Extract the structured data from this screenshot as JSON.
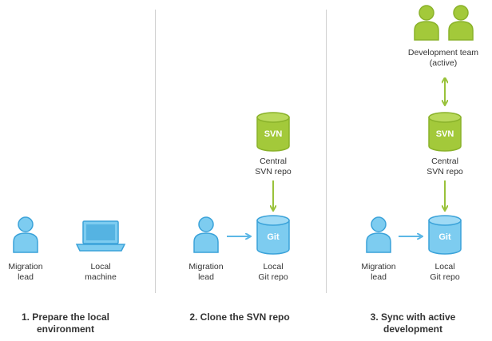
{
  "panels": [
    {
      "step_title": "1. Prepare the local\nenvironment",
      "person_label": "Migration\nlead",
      "machine_label": "Local\nmachine"
    },
    {
      "step_title": "2. Clone the SVN repo",
      "svn_label": "Central\nSVN repo",
      "svn_text": "SVN",
      "person_label": "Migration\nlead",
      "git_label": "Local\nGit repo",
      "git_text": "Git"
    },
    {
      "step_title": "3. Sync with active\ndevelopment",
      "team_label": "Development team\n(active)",
      "svn_label": "Central\nSVN repo",
      "svn_text": "SVN",
      "person_label": "Migration\nlead",
      "git_label": "Local\nGit repo",
      "git_text": "Git"
    }
  ],
  "colors": {
    "blue_fill": "#7dccf0",
    "blue_stroke": "#3aa2d9",
    "green_fill": "#a3c93a",
    "green_stroke": "#8ab22a",
    "arrow_blue": "#5cb7e6",
    "arrow_green": "#99c23a",
    "divider": "#d0d0d0"
  }
}
